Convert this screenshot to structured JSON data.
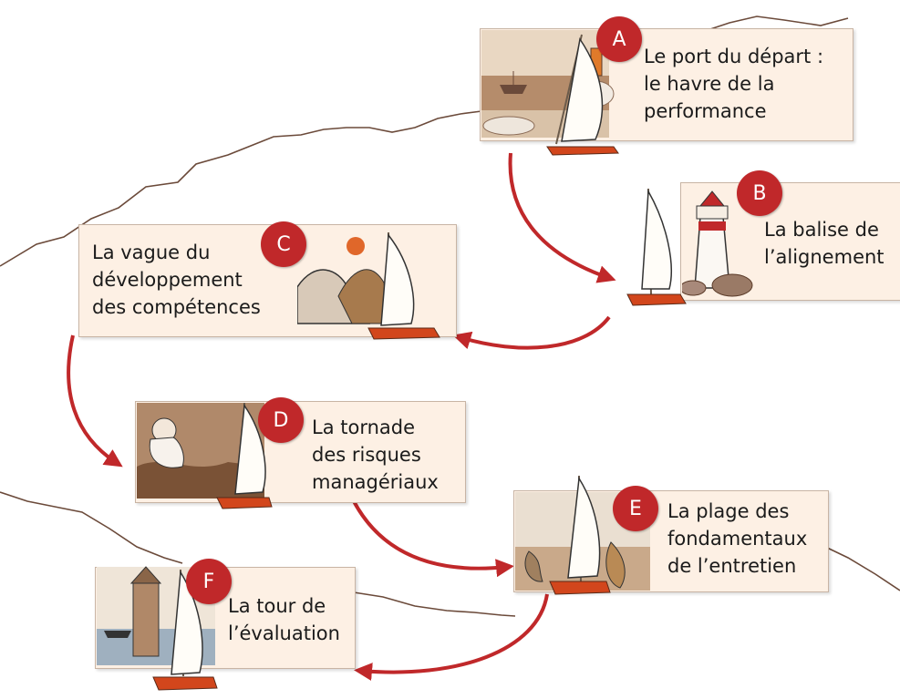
{
  "colors": {
    "accent": "#c0282a",
    "card_bg": "#fdf0e4",
    "card_border": "#c8b4a4",
    "coastline": "#6b4a3a",
    "sail": "#fffdf8",
    "hull": "#d2461c",
    "scene_sepia": "#b0896a"
  },
  "steps": [
    {
      "badge": "A",
      "lines": [
        "Le port du départ :",
        "le havre de la",
        "performance"
      ],
      "icon": "harbour-scene-icon"
    },
    {
      "badge": "B",
      "lines": [
        "La balise de",
        "l’alignement"
      ],
      "icon": "lighthouse-icon"
    },
    {
      "badge": "C",
      "lines": [
        "La vague du",
        "développement",
        "des compétences"
      ],
      "icon": "wave-icon"
    },
    {
      "badge": "D",
      "lines": [
        "La tornade",
        "des risques",
        "managériaux"
      ],
      "icon": "storm-god-icon"
    },
    {
      "badge": "E",
      "lines": [
        "La plage des",
        "fondamentaux",
        "de l’entretien"
      ],
      "icon": "beach-shells-icon"
    },
    {
      "badge": "F",
      "lines": [
        "La tour de",
        "l’évaluation"
      ],
      "icon": "clock-tower-icon"
    }
  ]
}
